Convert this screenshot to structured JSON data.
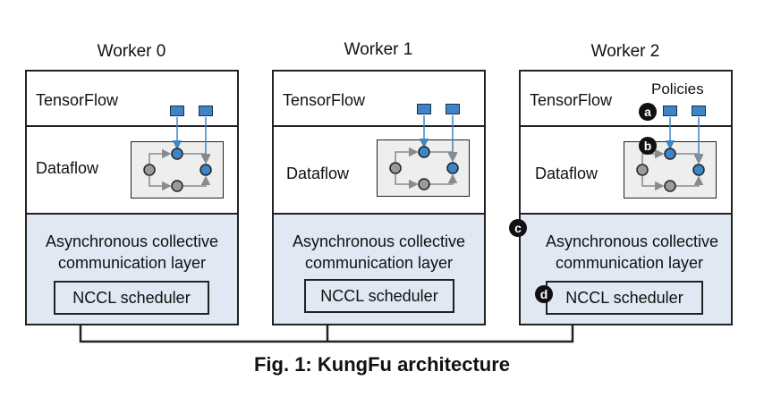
{
  "workers": [
    {
      "title": "Worker 0",
      "framework": "TensorFlow",
      "dataflow": "Dataflow",
      "comm_line1": "Asynchronous collective",
      "comm_line2": "communication layer",
      "scheduler": "NCCL scheduler"
    },
    {
      "title": "Worker 1",
      "framework": "TensorFlow",
      "dataflow": "Dataflow",
      "comm_line1": "Asynchronous collective",
      "comm_line2": "communication layer",
      "scheduler": "NCCL scheduler"
    },
    {
      "title": "Worker 2",
      "framework": "TensorFlow",
      "dataflow": "Dataflow",
      "comm_line1": "Asynchronous collective",
      "comm_line2": "communication layer",
      "scheduler": "NCCL scheduler",
      "policies": "Policies"
    }
  ],
  "badges": {
    "a": "a",
    "b": "b",
    "c": "c",
    "d": "d"
  },
  "caption": "Fig. 1: KungFu architecture",
  "colors": {
    "node_blue": "#3d85c6",
    "node_grey": "#9a9a9a",
    "comm_bg": "#dfe8f3",
    "panel_bg": "#eeeeee"
  }
}
